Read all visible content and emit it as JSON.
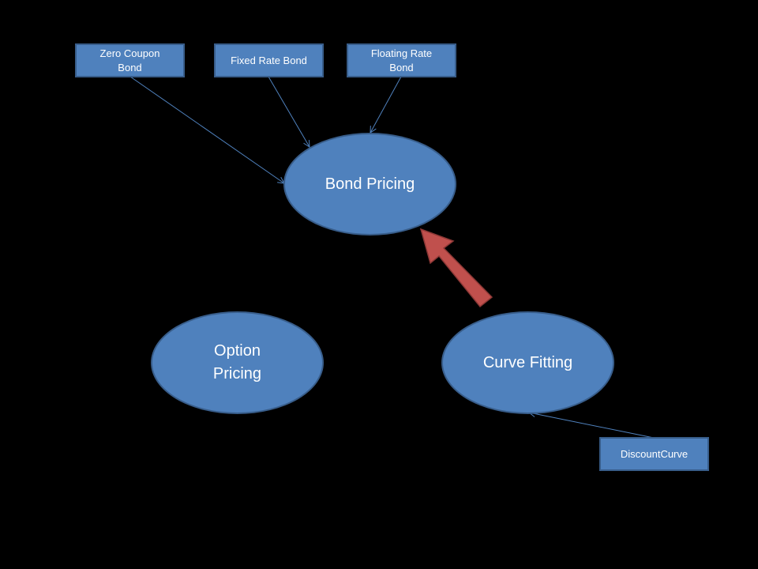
{
  "boxes": {
    "zero_coupon": "Zero Coupon\nBond",
    "fixed_rate": "Fixed Rate Bond",
    "floating_rate": "Floating Rate\nBond",
    "discount_curve": "DiscountCurve"
  },
  "nodes": {
    "bond_pricing": "Bond Pricing",
    "option_pricing": "Option\nPricing",
    "curve_fitting": "Curve Fitting"
  },
  "colors": {
    "background": "#000000",
    "shape_fill": "#4f81bd",
    "shape_border": "#385d8a",
    "thin_arrow": "#4f81bd",
    "block_arrow_fill": "#c0504d",
    "block_arrow_border": "#8c3836",
    "text": "#ffffff"
  }
}
